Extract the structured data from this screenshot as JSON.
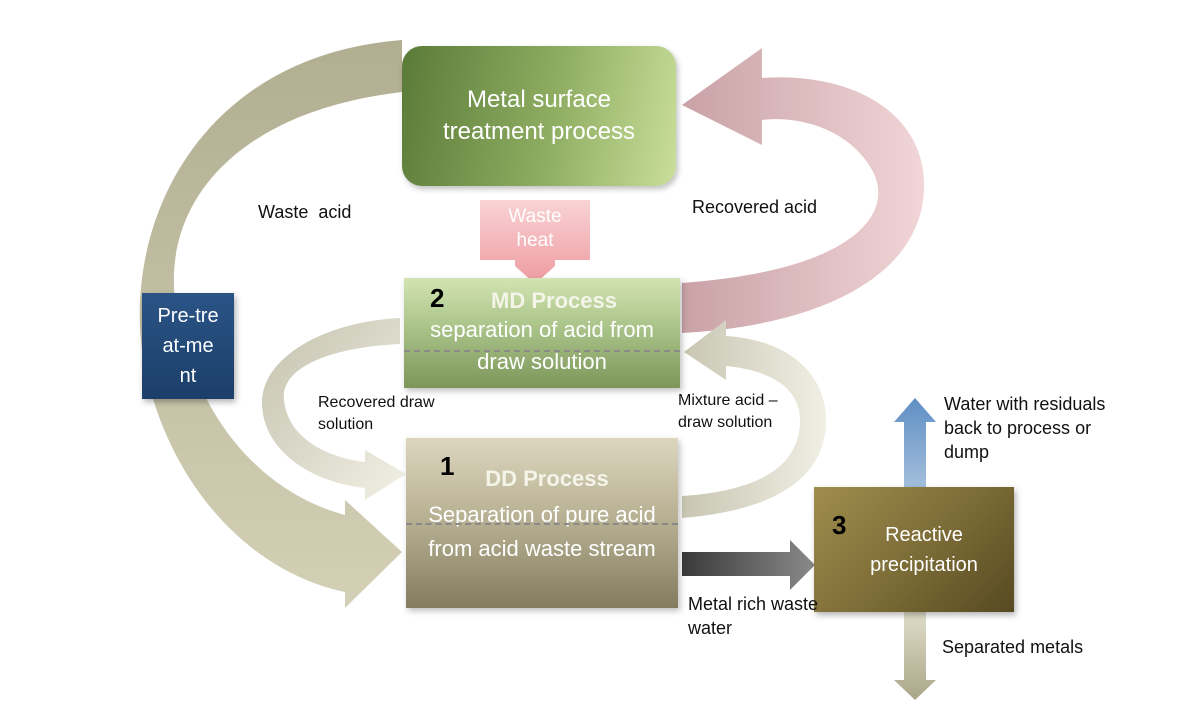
{
  "nodes": {
    "metal_surface": {
      "label": "Metal surface treatment process"
    },
    "waste_heat": {
      "label": "Waste heat"
    },
    "md_process": {
      "number": "2",
      "title": "MD Process",
      "subtitle": "separation of acid from draw solution"
    },
    "dd_process": {
      "number": "1",
      "title": "DD Process",
      "subtitle": "Separation of pure acid from acid waste stream"
    },
    "pretreatment": {
      "label": "Pre-treat-ment"
    },
    "reactive": {
      "number": "3",
      "label": "Reactive precipitation"
    }
  },
  "edges": {
    "waste_acid": "Waste  acid",
    "recovered_acid": "Recovered acid",
    "recovered_draw": "Recovered draw solution",
    "mixture": "Mixture acid – draw solution",
    "metal_rich": "Metal rich waste water",
    "water_residuals": "Water with residuals  back to process or dump",
    "separated_metals": "Separated metals"
  },
  "colors": {
    "metal_surface_dark": "#5b7a3a",
    "metal_surface_light": "#c8dc98",
    "md_dark": "#7f9a5c",
    "md_light": "#cfe0ae",
    "dd_light": "#d6cfb4",
    "dd_dark": "#847d60",
    "pretreatment": "#1f4673",
    "reactive_dark": "#5c4f26",
    "reactive_light": "#9c8a4a",
    "waste_acid_arrow": "#b2ae92",
    "recovered_acid_arrow": "#d9b6b8",
    "waste_heat": "#f2a9ad",
    "metal_rich_arrow": "#555555",
    "water_arrow": "#6e98c8",
    "metals_arrow": "#c2bea2"
  }
}
